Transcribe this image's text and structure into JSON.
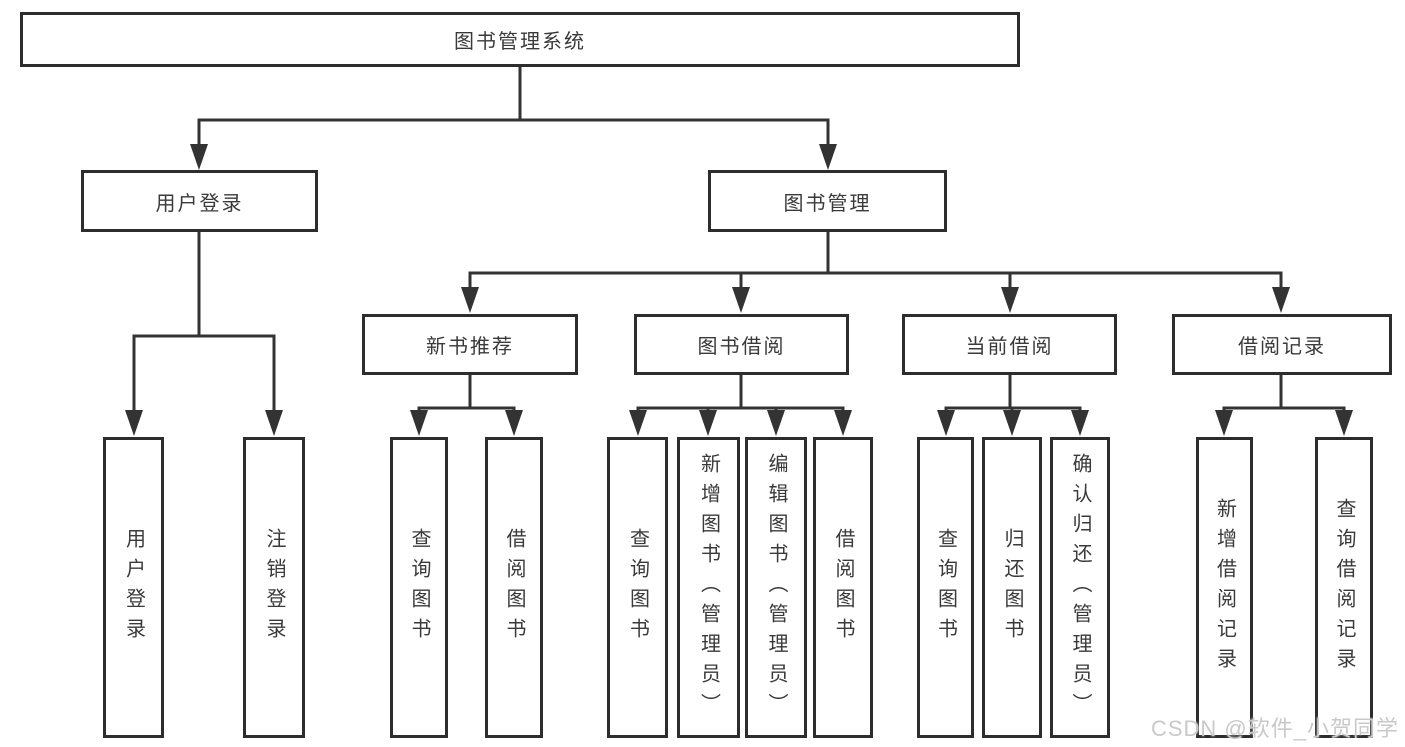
{
  "diagram_title": "图书管理系统",
  "watermark": "CSDN @软件_小贺同学",
  "colors": {
    "line": "#333333",
    "box_border": "#2d2d2d",
    "box_background": "#ffffff",
    "text": "#3a3a3a",
    "watermark": "#c9c9c9"
  },
  "tree": {
    "label": "图书管理系统",
    "children": [
      {
        "label": "用户登录",
        "children": [
          {
            "label": "用户登录"
          },
          {
            "label": "注销登录"
          }
        ]
      },
      {
        "label": "图书管理",
        "children": [
          {
            "label": "新书推荐",
            "children": [
              {
                "label": "查询图书"
              },
              {
                "label": "借阅图书"
              }
            ]
          },
          {
            "label": "图书借阅",
            "children": [
              {
                "label": "查询图书"
              },
              {
                "label": "新增图书（管理员）"
              },
              {
                "label": "编辑图书（管理员）"
              },
              {
                "label": "借阅图书"
              }
            ]
          },
          {
            "label": "当前借阅",
            "children": [
              {
                "label": "查询图书"
              },
              {
                "label": "归还图书"
              },
              {
                "label": "确认归还（管理员）"
              }
            ]
          },
          {
            "label": "借阅记录",
            "children": [
              {
                "label": "新增借阅记录"
              },
              {
                "label": "查询借阅记录"
              }
            ]
          }
        ]
      }
    ]
  }
}
